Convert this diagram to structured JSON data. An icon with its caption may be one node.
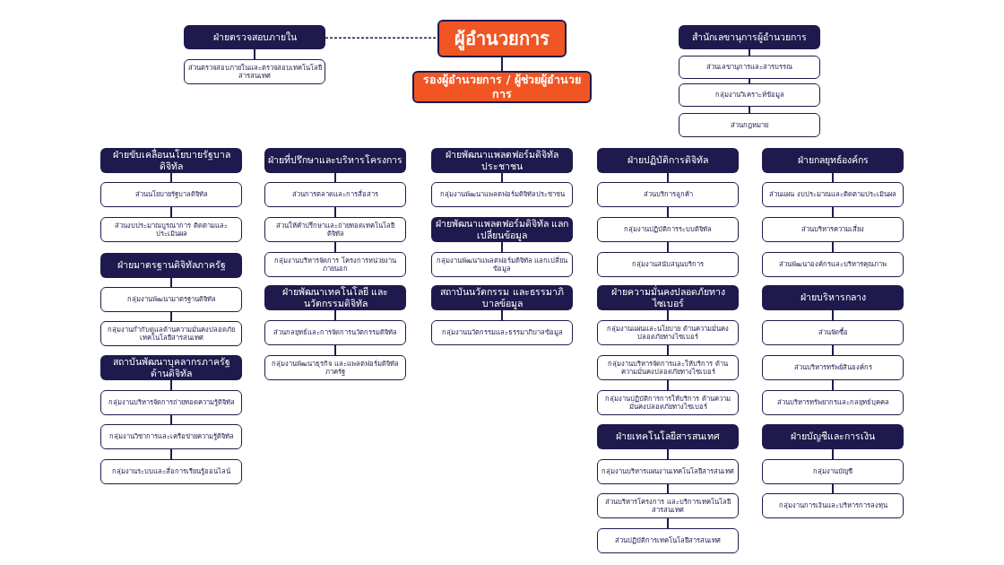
{
  "diagram": {
    "nodes": [
      {
        "text": [
          "ผู้อำนวยการ"
        ]
      },
      {
        "text": [
          "รองผู้อำนวยการ / ผู้ช่วยผู้อำนวยการ"
        ]
      },
      {
        "text": [
          "ฝ่ายตรวจสอบภายใน"
        ]
      },
      {
        "text": [
          "ส่วนตรวจสอบภายในและตรวจสอบเทคโนโลยีสารสนเทศ"
        ]
      },
      {
        "text": [
          "สำนักเลขานุการผู้อำนวยการ"
        ]
      },
      {
        "text": [
          "ส่วนเลขานุการและสารบรรณ"
        ]
      },
      {
        "text": [
          "กลุ่มงานวิเคราะห์ข้อมูล"
        ]
      },
      {
        "text": [
          "ส่วนกฎหมาย"
        ]
      },
      {
        "text": [
          "ฝ่ายขับเคลื่อนนโยบายรัฐบาลดิจิทัล"
        ]
      },
      {
        "text": [
          "ส่วนนโยบายรัฐบาลดิจิทัล"
        ]
      },
      {
        "text": [
          "ส่วนงบประมาณบูรณาการ ติดตามและประเมินผล"
        ]
      },
      {
        "text": [
          "ฝ่ายมาตรฐานดิจิทัลภาครัฐ"
        ]
      },
      {
        "text": [
          "กลุ่มงานพัฒนามาตรฐานดิจิทัล"
        ]
      },
      {
        "text": [
          "กลุ่มงานกำกับดูแลด้านความมั่นคงปลอดภัยเทคโนโลยีสารสนเทศ"
        ]
      },
      {
        "text": [
          "สถาบันพัฒนาบุคลากรภาครัฐ ด้านดิจิทัล"
        ]
      },
      {
        "text": [
          "กลุ่มงานบริหารจัดการถ่ายทอดความรู้ดิจิทัล"
        ]
      },
      {
        "text": [
          "กลุ่มงานวิชาการและเครือข่ายความรู้ดิจิทัล"
        ]
      },
      {
        "text": [
          "กลุ่มงานระบบและสื่อการเรียนรู้ออนไลน์"
        ]
      },
      {
        "text": [
          "ฝ่ายที่ปรึกษาและบริหารโครงการ"
        ]
      },
      {
        "text": [
          "ส่วนการตลาดและการสื่อสาร"
        ]
      },
      {
        "text": [
          "ส่วนให้คำปรึกษาและถ่ายทอดเทคโนโลยีดิจิทัล"
        ]
      },
      {
        "text": [
          "กลุ่มงานบริหารจัดการ โครงการหน่วยงานภายนอก"
        ]
      },
      {
        "text": [
          "ฝ่ายพัฒนาเทคโนโลยี และนวัตกรรมดิจิทัล"
        ]
      },
      {
        "text": [
          "ส่วนกลยุทธ์และการจัดการนวัตกรรมดิจิทัล"
        ]
      },
      {
        "text": [
          "กลุ่มงานพัฒนาธุรกิจ และแพลตฟอร์มดิจิทัลภาครัฐ"
        ]
      },
      {
        "text": [
          "ฝ่ายพัฒนาแพลตฟอร์มดิจิทัล ประชาชน"
        ]
      },
      {
        "text": [
          "กลุ่มงานพัฒนาแพลตฟอร์มดิจิทัลประชาชน"
        ]
      },
      {
        "text": [
          "ฝ่ายพัฒนาแพลตฟอร์มดิจิทัล แลกเปลี่ยนข้อมูล"
        ]
      },
      {
        "text": [
          "กลุ่มงานพัฒนาแพลตฟอร์มดิจิทัล แลกเปลี่ยนข้อมูล"
        ]
      },
      {
        "text": [
          "สถาบันนวัตกรรม และธรรมาภิบาลข้อมูล"
        ]
      },
      {
        "text": [
          "กลุ่มงานนวัตกรรมและธรรมาภิบาลข้อมูล"
        ]
      },
      {
        "text": [
          "ฝ่ายปฏิบัติการดิจิทัล"
        ]
      },
      {
        "text": [
          "ส่วนบริการลูกค้า"
        ]
      },
      {
        "text": [
          "กลุ่มงานปฏิบัติการระบบดิจิทัล"
        ]
      },
      {
        "text": [
          "กลุ่มงานสนับสนุนบริการ"
        ]
      },
      {
        "text": [
          "ฝ่ายความมั่นคงปลอดภัยทางไซเบอร์"
        ]
      },
      {
        "text": [
          "กลุ่มงานแผนและนโยบาย ด้านความมั่นคงปลอดภัยทางไซเบอร์"
        ]
      },
      {
        "text": [
          "กลุ่มงานบริหารจัดการและให้บริการ ด้านความมั่นคงปลอดภัยทางไซเบอร์"
        ]
      },
      {
        "text": [
          "กลุ่มงานปฏิบัติการการให้บริการ ด้านความมั่นคงปลอดภัยทางไซเบอร์"
        ]
      },
      {
        "text": [
          "ฝ่ายเทคโนโลยีสารสนเทศ"
        ]
      },
      {
        "text": [
          "กลุ่มงานบริหารแผนงานเทคโนโลยีสารสนเทศ"
        ]
      },
      {
        "text": [
          "ส่วนบริหารโครงการ และบริการเทคโนโลยีสารสนเทศ"
        ]
      },
      {
        "text": [
          "ส่วนปฏิบัติการเทคโนโลยีสารสนเทศ"
        ]
      },
      {
        "text": [
          "ฝ่ายกลยุทธ์องค์กร"
        ]
      },
      {
        "text": [
          "ส่วนแผน งบประมาณและติดตามประเมินผล"
        ]
      },
      {
        "text": [
          "ส่วนบริหารความเสี่ยง"
        ]
      },
      {
        "text": [
          "ส่วนพัฒนาองค์กรและบริหารคุณภาพ"
        ]
      },
      {
        "text": [
          "ฝ่ายบริหารกลาง"
        ]
      },
      {
        "text": [
          "ส่วนจัดซื้อ"
        ]
      },
      {
        "text": [
          "ส่วนบริหารทรัพย์สินองค์กร"
        ]
      },
      {
        "text": [
          "ส่วนบริหารทรัพยากรและกลยุทธ์บุคคล"
        ]
      },
      {
        "text": [
          "ฝ่ายบัญชีและการเงิน"
        ]
      },
      {
        "text": [
          "กลุ่มงานบัญชี"
        ]
      },
      {
        "text": [
          "กลุ่มงานการเงินและบริหารการลงทุน"
        ]
      }
    ],
    "edges": [
      {
        "from": 2,
        "to": 0,
        "arrow": "none",
        "style": "dashed"
      },
      {
        "from": 0,
        "to": 1,
        "arrow": "none"
      },
      {
        "from": 2,
        "to": 3,
        "arrow": "none"
      },
      {
        "from": 4,
        "to": 5,
        "arrow": "none"
      },
      {
        "from": 5,
        "to": 6,
        "arrow": "none"
      },
      {
        "from": 6,
        "to": 7,
        "arrow": "none"
      },
      {
        "from": 8,
        "to": 9,
        "arrow": "none"
      },
      {
        "from": 9,
        "to": 10,
        "arrow": "none"
      },
      {
        "from": 11,
        "to": 12,
        "arrow": "none"
      },
      {
        "from": 12,
        "to": 13,
        "arrow": "none"
      },
      {
        "from": 14,
        "to": 15,
        "arrow": "none"
      },
      {
        "from": 15,
        "to": 16,
        "arrow": "none"
      },
      {
        "from": 16,
        "to": 17,
        "arrow": "none"
      },
      {
        "from": 18,
        "to": 19,
        "arrow": "none"
      },
      {
        "from": 19,
        "to": 20,
        "arrow": "none"
      },
      {
        "from": 20,
        "to": 21,
        "arrow": "none"
      },
      {
        "from": 22,
        "to": 23,
        "arrow": "none"
      },
      {
        "from": 23,
        "to": 24,
        "arrow": "none"
      },
      {
        "from": 25,
        "to": 26,
        "arrow": "none"
      },
      {
        "from": 27,
        "to": 28,
        "arrow": "none"
      },
      {
        "from": 29,
        "to": 30,
        "arrow": "none"
      },
      {
        "from": 31,
        "to": 32,
        "arrow": "none"
      },
      {
        "from": 32,
        "to": 33,
        "arrow": "none"
      },
      {
        "from": 33,
        "to": 34,
        "arrow": "none"
      },
      {
        "from": 35,
        "to": 36,
        "arrow": "none"
      },
      {
        "from": 36,
        "to": 37,
        "arrow": "none"
      },
      {
        "from": 37,
        "to": 38,
        "arrow": "none"
      },
      {
        "from": 39,
        "to": 40,
        "arrow": "none"
      },
      {
        "from": 40,
        "to": 41,
        "arrow": "none"
      },
      {
        "from": 41,
        "to": 42,
        "arrow": "none"
      },
      {
        "from": 43,
        "to": 44,
        "arrow": "none"
      },
      {
        "from": 44,
        "to": 45,
        "arrow": "none"
      },
      {
        "from": 45,
        "to": 46,
        "arrow": "none"
      },
      {
        "from": 47,
        "to": 48,
        "arrow": "none"
      },
      {
        "from": 48,
        "to": 49,
        "arrow": "none"
      },
      {
        "from": 49,
        "to": 50,
        "arrow": "none"
      },
      {
        "from": 51,
        "to": 52,
        "arrow": "none"
      },
      {
        "from": 52,
        "to": 53,
        "arrow": "none"
      }
    ]
  }
}
